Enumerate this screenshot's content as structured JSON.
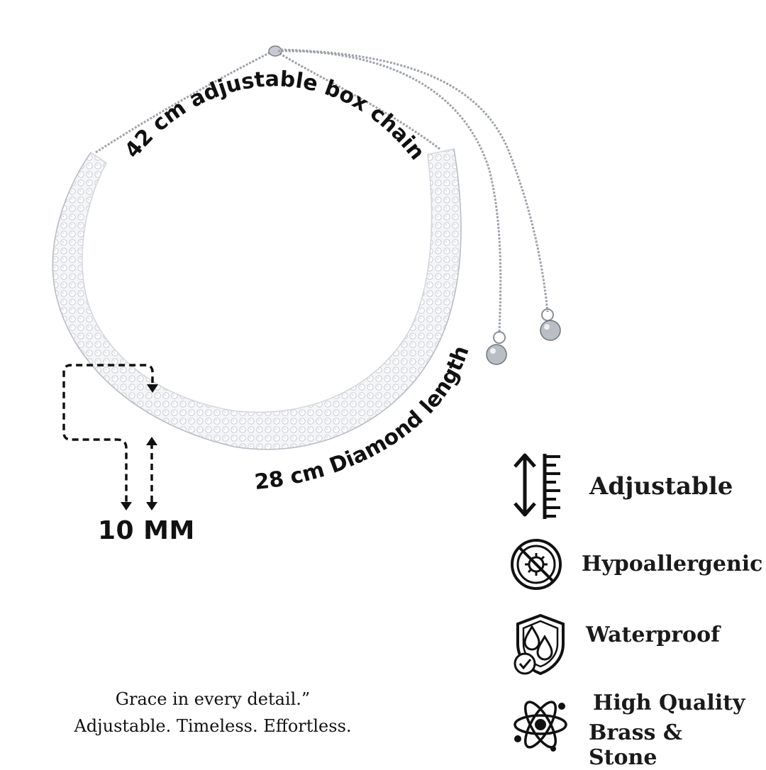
{
  "labels": {
    "chain": "42 cm adjustable box chain",
    "diamond": "28 cm Diamond length",
    "width": "10 MM"
  },
  "features": [
    {
      "icon": "adjustable-ruler-icon",
      "label": "Adjustable"
    },
    {
      "icon": "hypoallergenic-icon",
      "label": "Hypoallergenic"
    },
    {
      "icon": "waterproof-shield-icon",
      "label": "Waterproof"
    },
    {
      "icon": "atom-icon",
      "label_line1": "High Quality",
      "label_line2": "Brass & Stone"
    }
  ],
  "tagline": {
    "line1": "Grace in every detail.”",
    "line2": "Adjustable. Timeless. Effortless."
  }
}
